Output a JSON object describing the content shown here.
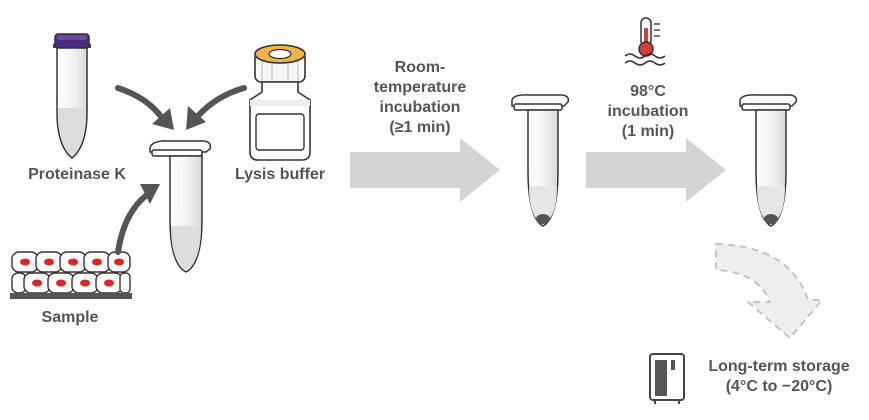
{
  "labels": {
    "proteinase_k": "Proteinase K",
    "lysis_buffer": "Lysis buffer",
    "sample": "Sample",
    "step1": [
      "Room-",
      "temperature",
      "incubation",
      "(≥1 min)"
    ],
    "step2": [
      "98°C",
      "incubation",
      "(1 min)"
    ],
    "storage": [
      "Long-term storage",
      "(4°C to −20°C)"
    ]
  },
  "icons": {
    "reagent_tube": "proteinase-k-tube-icon",
    "buffer_bottle": "lysis-buffer-bottle-icon",
    "cells": "cell-sample-icon",
    "thermometer": "heat-thermometer-icon",
    "storage": "freezer-icon"
  },
  "colors": {
    "text": "#555555",
    "arrow": "#d4d4d4",
    "dark_arrow": "#555555",
    "cap_purple": "#4b2b82",
    "cap_orange": "#f2b347",
    "cell_red": "#e02424",
    "thermo_red": "#d93b3b"
  }
}
